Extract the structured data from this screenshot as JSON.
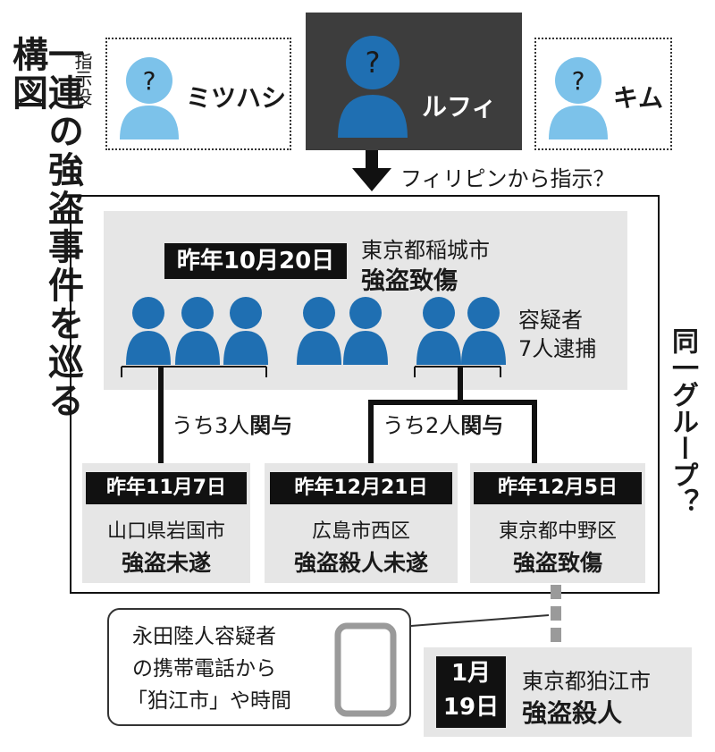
{
  "title": "一連の強盗事件を巡る構図",
  "directors": {
    "label": "指示役",
    "left": "ミツハシ",
    "center": "ルフィ",
    "right": "キム",
    "question": "?"
  },
  "instruction": "フィリピンから指示？",
  "main_incident": {
    "date": "昨年10月20日",
    "place": "東京都稲城市",
    "crime": "強盗致傷",
    "suspects": "容疑者",
    "arrests": "7人逮捕"
  },
  "involvement_left": {
    "pre": "うち3人",
    "bold": "関与"
  },
  "involvement_right": {
    "pre": "うち2人",
    "bold": "関与"
  },
  "same_group": "同一グループ？",
  "incidents": [
    {
      "date": "昨年11月7日",
      "place": "山口県岩国市",
      "crime": "強盗未遂"
    },
    {
      "date": "昨年12月21日",
      "place": "広島市西区",
      "crime": "強盗殺人未遂"
    },
    {
      "date": "昨年12月5日",
      "place": "東京都中野区",
      "crime": "強盗致傷"
    }
  ],
  "phone_note": [
    "永田陸人容疑者",
    "の携帯電話から",
    "「狛江市」や時間"
  ],
  "latest": {
    "date_line1": "1月",
    "date_line2": "19日",
    "place": "東京都狛江市",
    "crime": "強盗殺人"
  },
  "colors": {
    "person_blue": "#1f6fb2",
    "person_light": "#7cc2ea",
    "dark_box": "#3d3d3d",
    "grey_box": "#e6e6e6"
  }
}
